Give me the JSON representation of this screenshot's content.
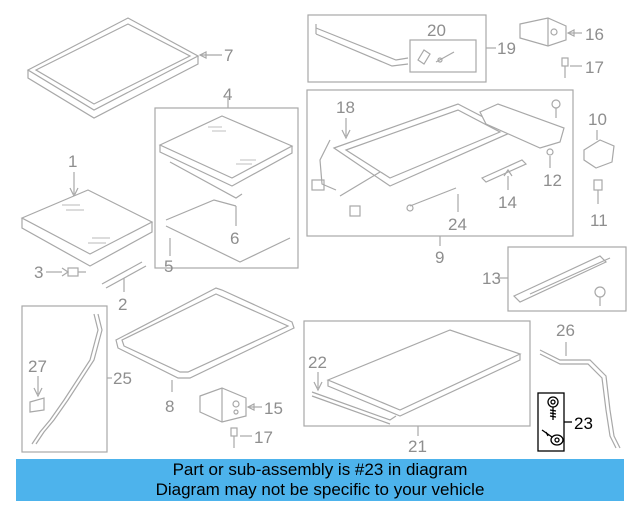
{
  "labels": {
    "p1": "1",
    "p2": "2",
    "p3": "3",
    "p4": "4",
    "p5": "5",
    "p6": "6",
    "p7": "7",
    "p8": "8",
    "p9": "9",
    "p10": "10",
    "p11": "11",
    "p12": "12",
    "p13": "13",
    "p14": "14",
    "p15": "15",
    "p16": "16",
    "p17a": "17",
    "p17b": "17",
    "p18": "18",
    "p19": "19",
    "p20": "20",
    "p21": "21",
    "p22": "22",
    "p23": "23",
    "p24": "24",
    "p25": "25",
    "p26": "26",
    "p27": "27"
  },
  "highlight": {
    "part": "23",
    "color": "#000000",
    "box_color": "#000000"
  },
  "colors": {
    "banner": "#4db3ec",
    "lines": "#a8a8a8",
    "labels": "#8e8e8e"
  },
  "banner": {
    "line1": "Part or sub-assembly is #23 in diagram",
    "line2": "Diagram may not be specific to your vehicle"
  }
}
